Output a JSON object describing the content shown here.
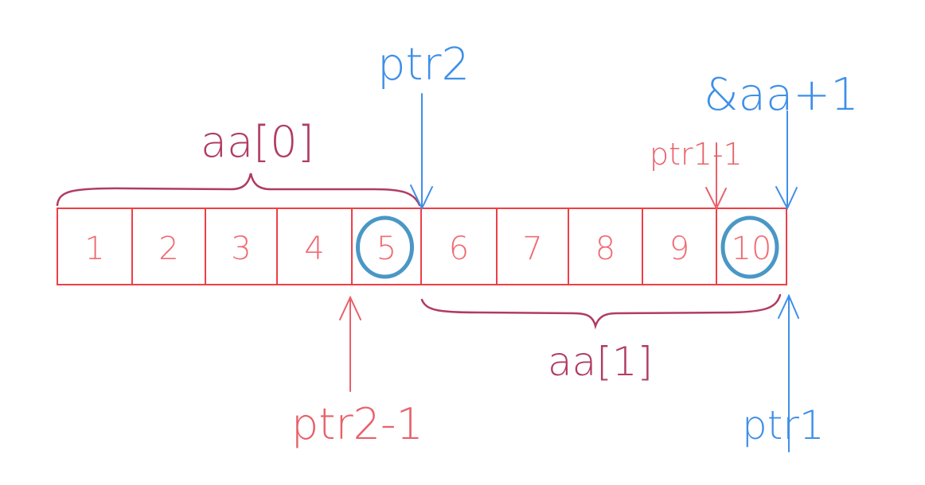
{
  "cells": [
    "1",
    "2",
    "3",
    "4",
    "5",
    "6",
    "7",
    "8",
    "9",
    "10"
  ],
  "circled_cells": [
    4,
    9
  ],
  "labels": {
    "aa0": "aa[0]",
    "aa1": "aa[1]",
    "ptr2": "ptr2",
    "ptr2_minus_1": "ptr2-1",
    "ptr1": "ptr1",
    "ptr1_minus_1": "ptr1-1",
    "amp_aa_plus_1": "&aa+1"
  },
  "colors": {
    "cell_border": "#ee3f47",
    "cell_text": "#f06b73",
    "blue": "#3f8fe8",
    "red": "#e8606a",
    "maroon": "#b03c63",
    "circle": "#4a97c6"
  }
}
